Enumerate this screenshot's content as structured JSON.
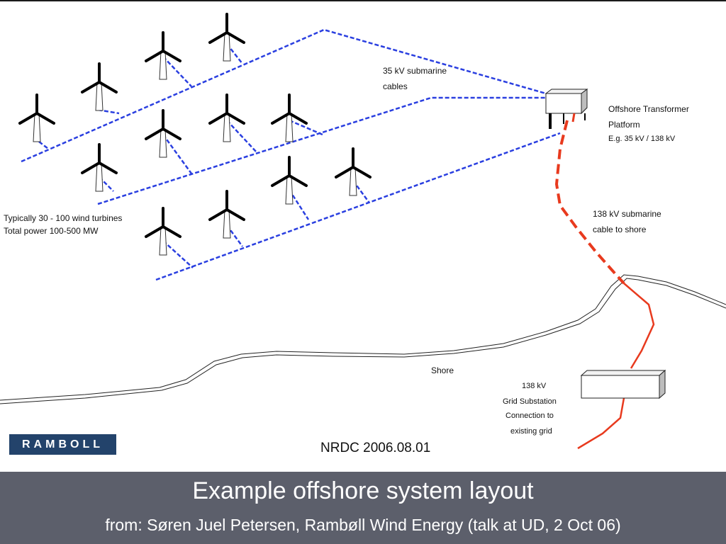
{
  "diagram": {
    "label_submarine_35": [
      "35 kV submarine",
      "cables"
    ],
    "label_platform": [
      "Offshore Transformer",
      "Platform",
      "E.g. 35 kV / 138 kV"
    ],
    "label_turbines": [
      "Typically 30 - 100 wind turbines",
      "Total power  100-500 MW"
    ],
    "label_submarine_138": [
      "138 kV submarine",
      "cable to shore"
    ],
    "label_shore": "Shore",
    "label_substation": [
      "138 kV",
      "Grid Substation",
      "Connection to",
      "existing grid"
    ],
    "colors": {
      "array_cable": "#2a3fe0",
      "export_cable": "#e83a1e",
      "turbine": "#000000"
    }
  },
  "logo": {
    "text": "RAMBOLL"
  },
  "date_stamp": "NRDC 2006.08.01",
  "footer": {
    "title": "Example offshore system layout",
    "subtitle": "from: Søren Juel Petersen, Rambøll Wind Energy (talk at UD, 2 Oct 06)"
  }
}
